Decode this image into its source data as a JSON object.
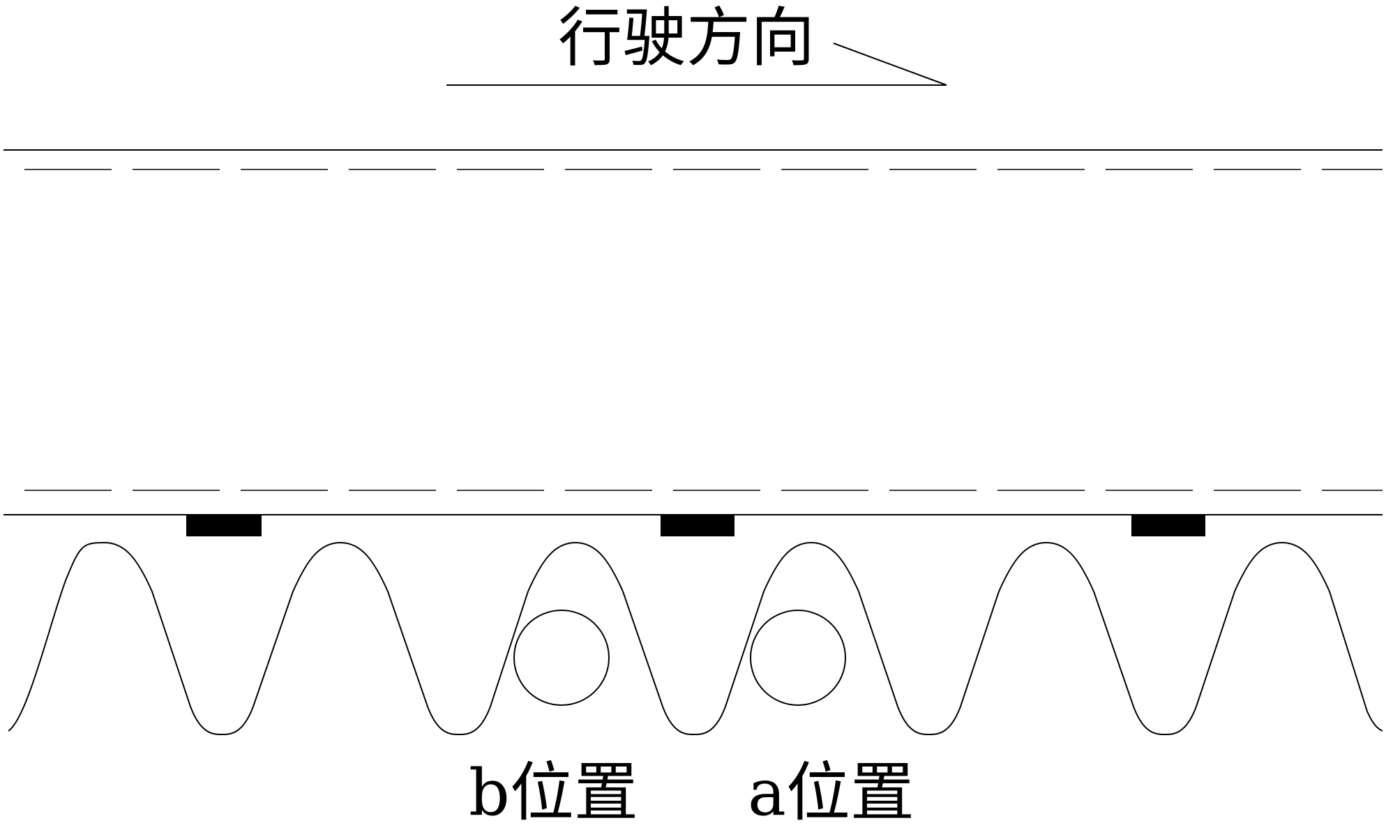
{
  "direction_label": "行驶方向",
  "labels": {
    "b_position": "b位置",
    "a_position": "a位置"
  },
  "colors": {
    "line": "#000000",
    "background": "#ffffff"
  }
}
